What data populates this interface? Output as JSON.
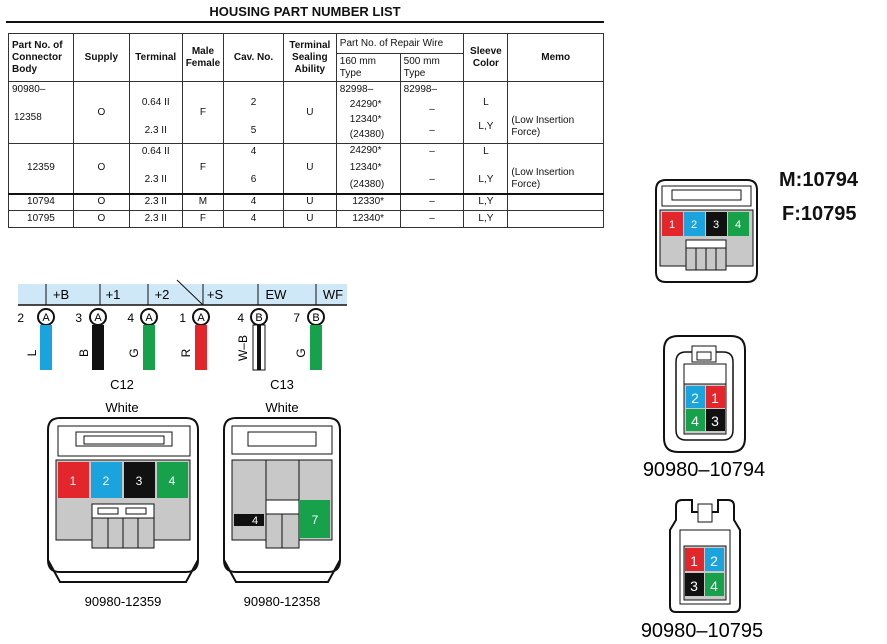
{
  "title": "HOUSING PART NUMBER LIST",
  "headers": {
    "part_no": "Part No. of Connector Body",
    "supply": "Supply",
    "terminal": "Terminal",
    "male_female": "Male Female",
    "cav_no": "Cav. No.",
    "sealing": "Terminal Sealing Ability",
    "repair_wire": "Part No. of Repair Wire",
    "len160": "160 mm Type",
    "len500": "500 mm Type",
    "sleeve": "Sleeve Color",
    "memo": "Memo"
  },
  "rows": {
    "r1": {
      "part_a": "90980–",
      "part_b": "12358",
      "supply": "O",
      "term_a": "0.64 II",
      "term_b": "2.3 II",
      "mf": "F",
      "cav_a": "2",
      "cav_b": "5",
      "seal": "U",
      "w160_a": "82998–",
      "w160_b": "24290*",
      "w160_c": "12340*",
      "w160_d": "(24380)",
      "w500_a": "82998–",
      "w500_b": "–",
      "w500_c": "–",
      "sleeve_a": "L",
      "sleeve_b": "L,Y",
      "memo": "(Low Insertion Force)"
    },
    "r2": {
      "part": "12359",
      "supply": "O",
      "term_a": "0.64 II",
      "term_b": "2.3 II",
      "mf": "F",
      "cav_a": "4",
      "cav_b": "6",
      "seal": "U",
      "w160_a": "24290*",
      "w160_b": "12340*",
      "w160_c": "(24380)",
      "w500_a": "–",
      "w500_b": "–",
      "sleeve_a": "L",
      "sleeve_b": "L,Y",
      "memo": "(Low Insertion Force)"
    },
    "r3": {
      "part": "10794",
      "supply": "O",
      "term": "2.3 II",
      "mf": "M",
      "cav": "4",
      "seal": "U",
      "w160": "12330*",
      "w500": "–",
      "sleeve": "L,Y",
      "memo": ""
    },
    "r4": {
      "part": "10795",
      "supply": "O",
      "term": "2.3 II",
      "mf": "F",
      "cav": "4",
      "seal": "U",
      "w160": "12340*",
      "w500": "–",
      "sleeve": "L,Y",
      "memo": ""
    }
  },
  "bus": {
    "seg1": "+B",
    "seg2": "+1",
    "seg3": "+2",
    "seg4": "+S",
    "seg5": "EW",
    "seg6": "WF"
  },
  "wires": [
    {
      "num": "2",
      "letter": "A",
      "color_code": "L",
      "color": "#1ba3de"
    },
    {
      "num": "3",
      "letter": "A",
      "color_code": "B",
      "color": "#111111"
    },
    {
      "num": "4",
      "letter": "A",
      "color_code": "G",
      "color": "#18a14b"
    },
    {
      "num": "1",
      "letter": "A",
      "color_code": "R",
      "color": "#e3262c"
    },
    {
      "num": "4",
      "letter": "B",
      "color_code": "W–B",
      "color": "#111111"
    },
    {
      "num": "7",
      "letter": "B",
      "color_code": "G",
      "color": "#18a14b"
    }
  ],
  "connectors": {
    "c12": {
      "name": "C12",
      "color_name": "White",
      "part": "90980-12359",
      "pins": [
        "1",
        "2",
        "3",
        "4"
      ]
    },
    "c13": {
      "name": "C13",
      "color_name": "White",
      "part": "90980-12358",
      "pins": [
        "4",
        "7"
      ]
    }
  },
  "right": {
    "m_label": "M:10794",
    "f_label": "F:10795",
    "top_pins": [
      "1",
      "2",
      "3",
      "4"
    ],
    "mid_pins": [
      "2",
      "1",
      "4",
      "3"
    ],
    "mid_part": "90980–10794",
    "bot_pins": [
      "1",
      "2",
      "3",
      "4"
    ],
    "bot_part": "90980–10795"
  },
  "palette": {
    "red": "#e3262c",
    "blue": "#1ba3de",
    "black": "#111111",
    "green": "#18a14b",
    "gray": "#c8c8c8",
    "bus_fill": "#cfe8f7"
  }
}
